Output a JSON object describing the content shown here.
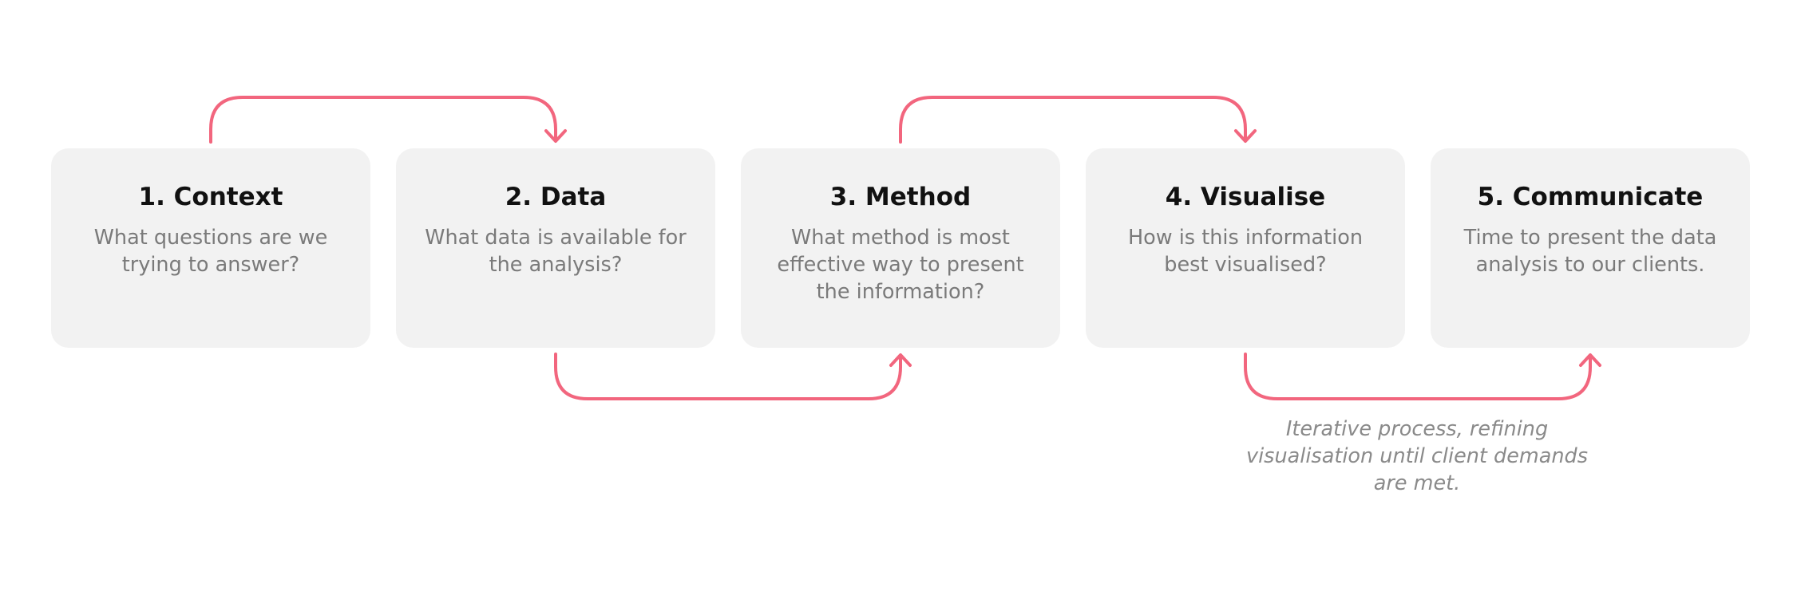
{
  "steps": [
    {
      "title": "1. Context",
      "description": "What questions are we trying to answer?"
    },
    {
      "title": "2. Data",
      "description": "What data is available for the analysis?"
    },
    {
      "title": "3. Method",
      "description": "What method is most effective way to present the information?"
    },
    {
      "title": "4. Visualise",
      "description": "How is this information best visualised?"
    },
    {
      "title": "5. Communicate",
      "description": "Time to present the data analysis to our clients."
    }
  ],
  "note": "Iterative process, refining visualisation until client demands are met.",
  "colors": {
    "arrow": "#f2667e",
    "card_background": "#f2f2f2",
    "title_text": "#111111",
    "description_text": "#7a7a7a",
    "note_text": "#8a8a8a"
  }
}
